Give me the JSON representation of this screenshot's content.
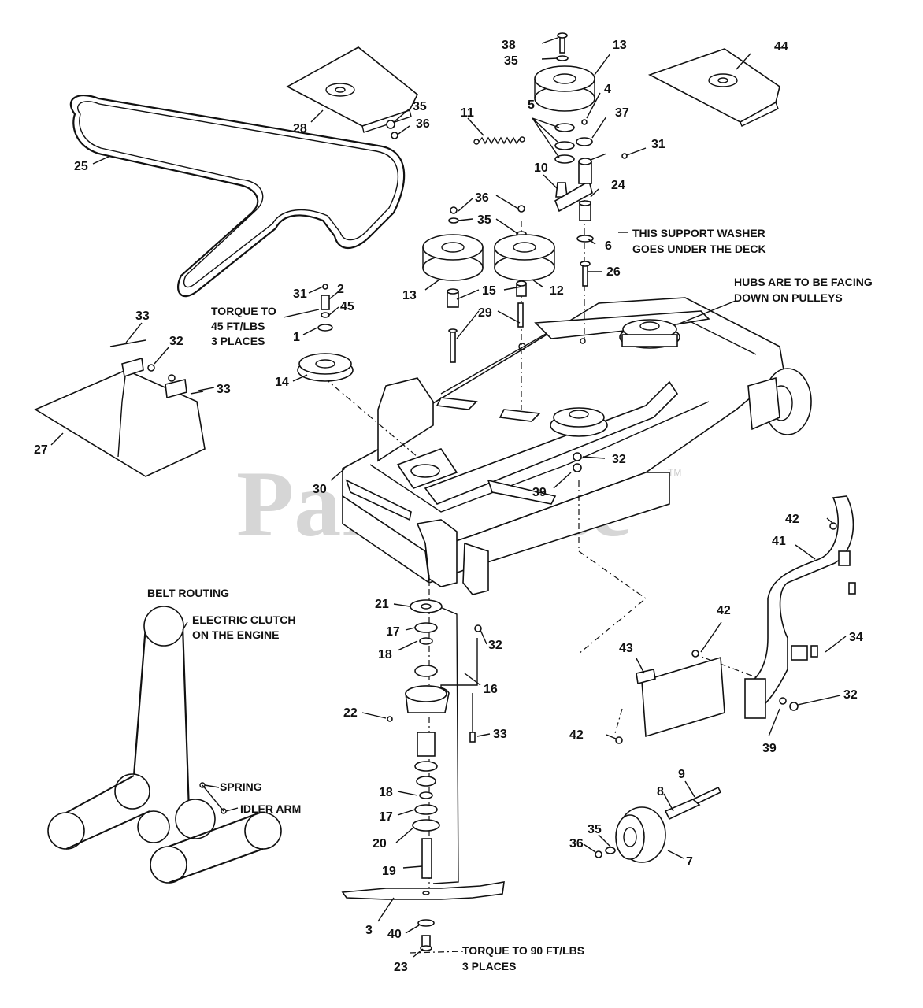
{
  "watermark": "PartsTree",
  "watermark_tm": "TM",
  "part_labels": [
    "38",
    "35",
    "13",
    "44",
    "4",
    "37",
    "5",
    "11",
    "28",
    "35",
    "36",
    "25",
    "31",
    "10",
    "24",
    "36",
    "35",
    "6",
    "26",
    "13",
    "15",
    "12",
    "29",
    "31",
    "2",
    "45",
    "1",
    "14",
    "33",
    "32",
    "33",
    "27",
    "30",
    "32",
    "39",
    "21",
    "17",
    "18",
    "32",
    "16",
    "22",
    "33",
    "18",
    "17",
    "20",
    "19",
    "3",
    "40",
    "23",
    "42",
    "41",
    "34",
    "42",
    "43",
    "32",
    "39",
    "42",
    "9",
    "8",
    "35",
    "36",
    "7"
  ],
  "notes": {
    "torque_pulleys": [
      "TORQUE TO",
      "45 FT/LBS",
      "3 PLACES"
    ],
    "support_washer": [
      "THIS SUPPORT WASHER",
      "GOES UNDER THE DECK"
    ],
    "hubs": [
      "HUBS ARE TO BE FACING",
      "DOWN ON PULLEYS"
    ],
    "torque_blade": [
      "TORQUE TO 90 FT/LBS",
      "3 PLACES"
    ]
  },
  "belt_routing": {
    "title": "BELT ROUTING",
    "clutch": [
      "ELECTRIC CLUTCH",
      "ON THE ENGINE"
    ],
    "spring": "SPRING",
    "idler_arm": "IDLER ARM"
  }
}
